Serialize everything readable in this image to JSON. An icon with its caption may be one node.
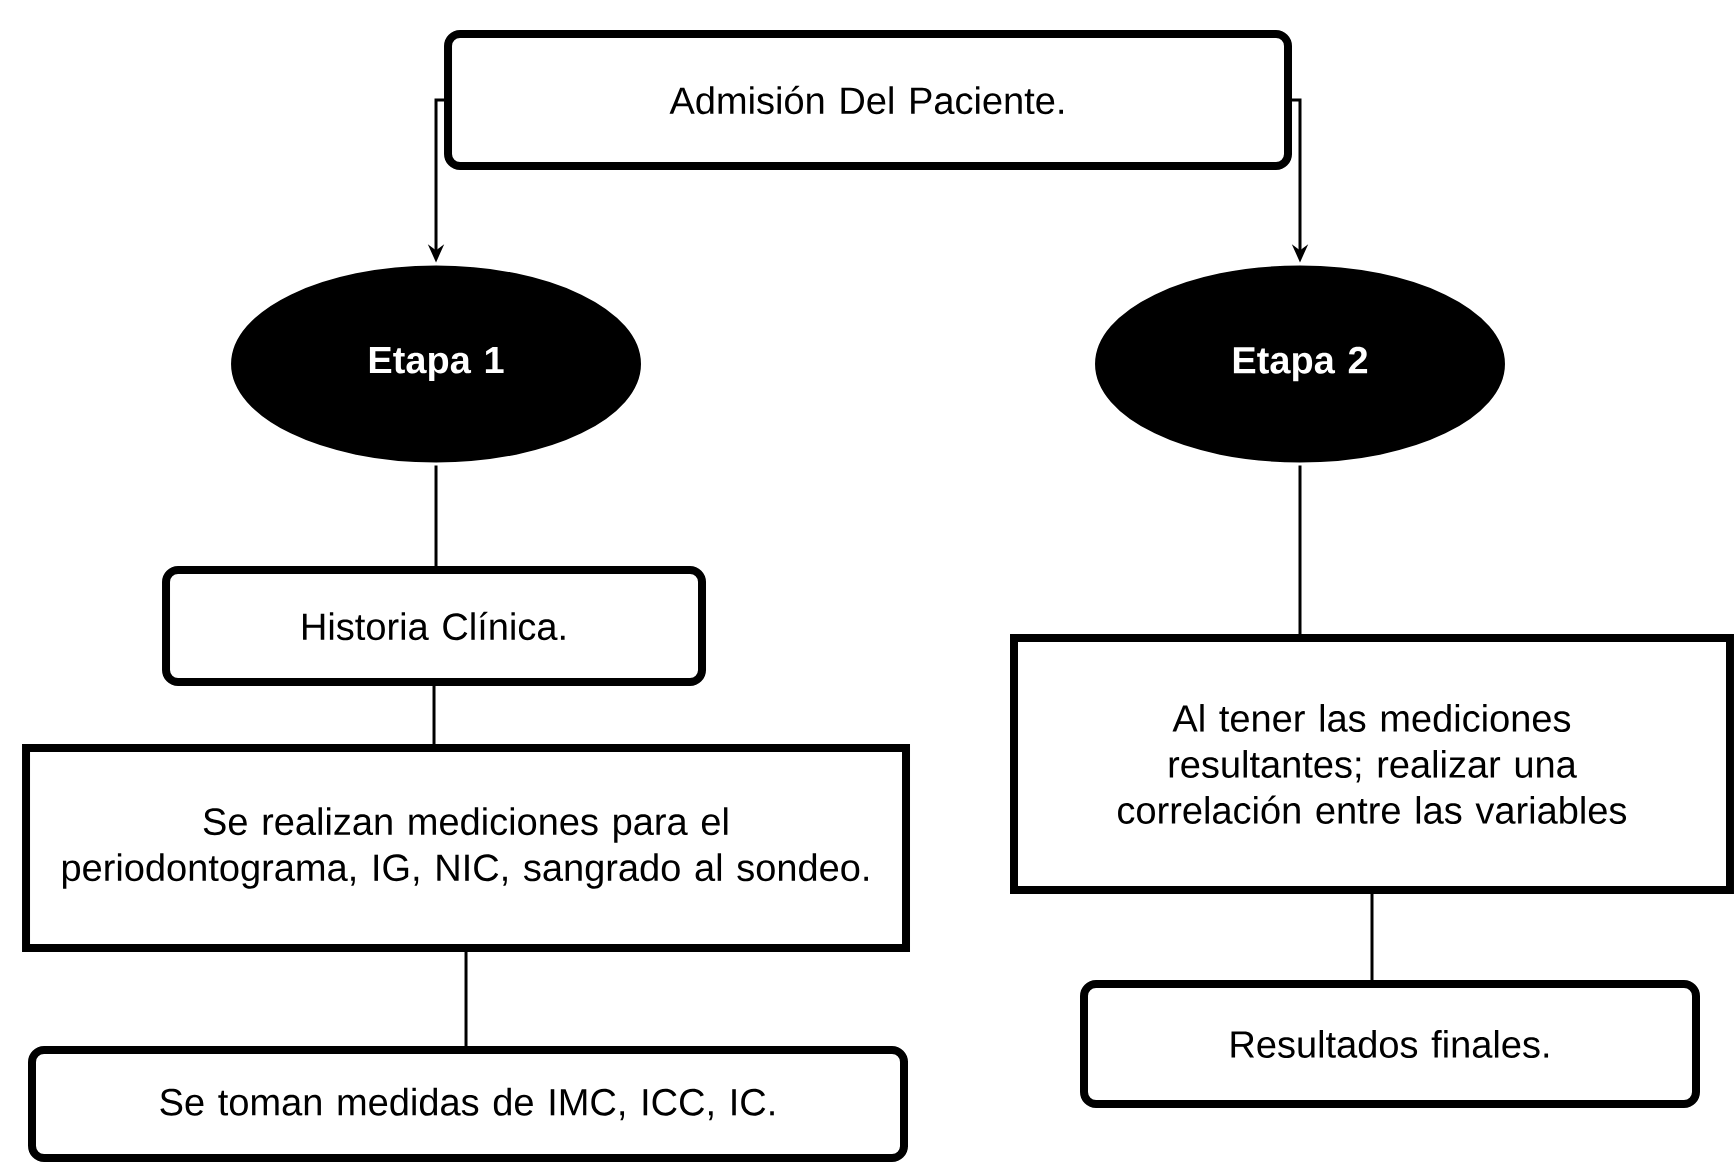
{
  "diagram": {
    "nodes": [
      {
        "text": [
          "Admisión Del Paciente."
        ]
      },
      {
        "text": [
          "Etapa 1"
        ]
      },
      {
        "text": [
          "Etapa 2"
        ]
      },
      {
        "text": [
          "Historia Clínica."
        ]
      },
      {
        "text": [
          "Se realizan mediciones para el periodontograma, IG, NIC, sangrado al sondeo."
        ]
      },
      {
        "text": [
          "Se toman medidas de IMC, ICC, IC."
        ]
      },
      {
        "text": [
          "Al tener las mediciones resultantes; realizar una correlación entre las variables"
        ]
      },
      {
        "text": [
          "Resultados finales."
        ]
      }
    ],
    "edges": [
      {
        "from": 0,
        "to": 1,
        "arrow": "to"
      },
      {
        "from": 0,
        "to": 2,
        "arrow": "to"
      },
      {
        "from": 1,
        "to": 3,
        "arrow": "none"
      },
      {
        "from": 3,
        "to": 4,
        "arrow": "none"
      },
      {
        "from": 4,
        "to": 5,
        "arrow": "none"
      },
      {
        "from": 2,
        "to": 6,
        "arrow": "none"
      },
      {
        "from": 6,
        "to": 7,
        "arrow": "none"
      }
    ]
  }
}
